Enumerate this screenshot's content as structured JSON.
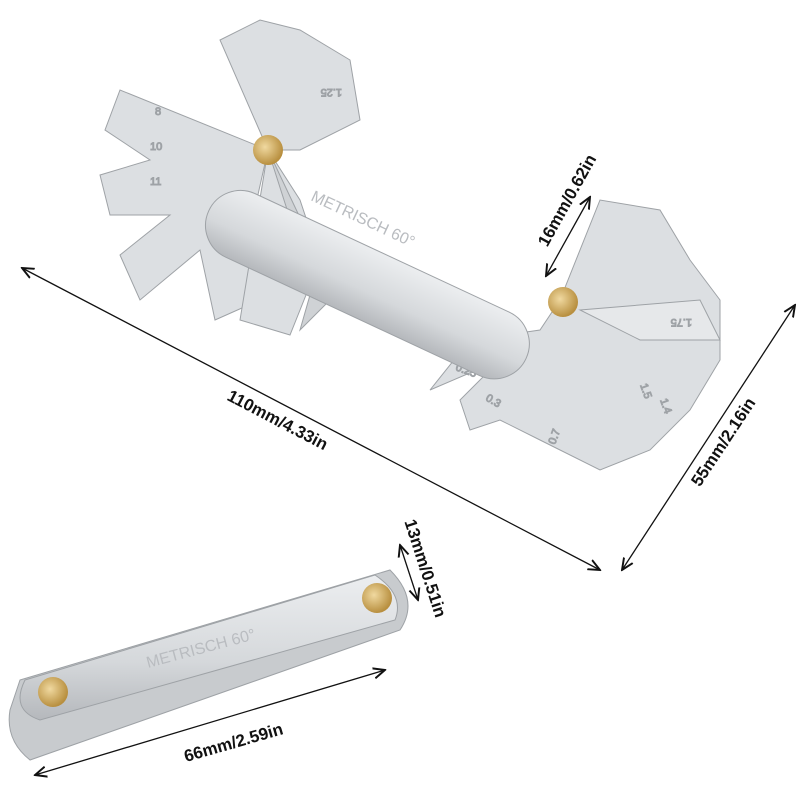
{
  "product": {
    "engraving_large": "METRISCH 60°",
    "engraving_small": "METRISCH 60°",
    "blade_marks": [
      "0.25",
      "0.3",
      "0.7",
      "1.5",
      "1.4",
      "1.25",
      "1.75",
      "8",
      "10",
      "11"
    ],
    "colors": {
      "steel": "#d9dbde",
      "steel_dark": "#a8abaf",
      "rivet": "#c9a55a"
    }
  },
  "dimensions": {
    "length_open": "110mm/4.33in",
    "height_open": "55mm/2.16in",
    "blade_width": "16mm/0.62in",
    "thickness_closed": "13mm/0.51in",
    "length_closed": "66mm/2.59in"
  }
}
